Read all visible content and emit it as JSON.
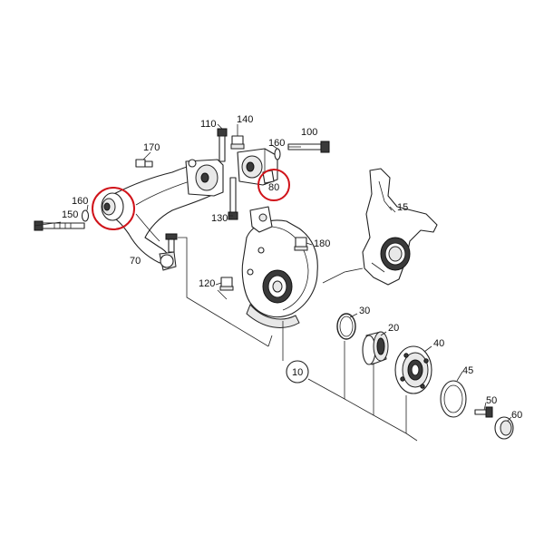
{
  "labels": {
    "l110": "110",
    "l140": "140",
    "l100": "100",
    "l160a": "160",
    "l170": "170",
    "l160b": "160",
    "l150": "150",
    "l80": "80",
    "l130": "130",
    "l15": "15",
    "l180": "180",
    "l70": "70",
    "l120": "120",
    "l30": "30",
    "l20": "20",
    "l40": "40",
    "l10": "10",
    "l45": "45",
    "l50": "50",
    "l60": "60"
  },
  "highlights": {
    "color": "#d0131a",
    "circled_parts": [
      "160",
      "80"
    ]
  }
}
